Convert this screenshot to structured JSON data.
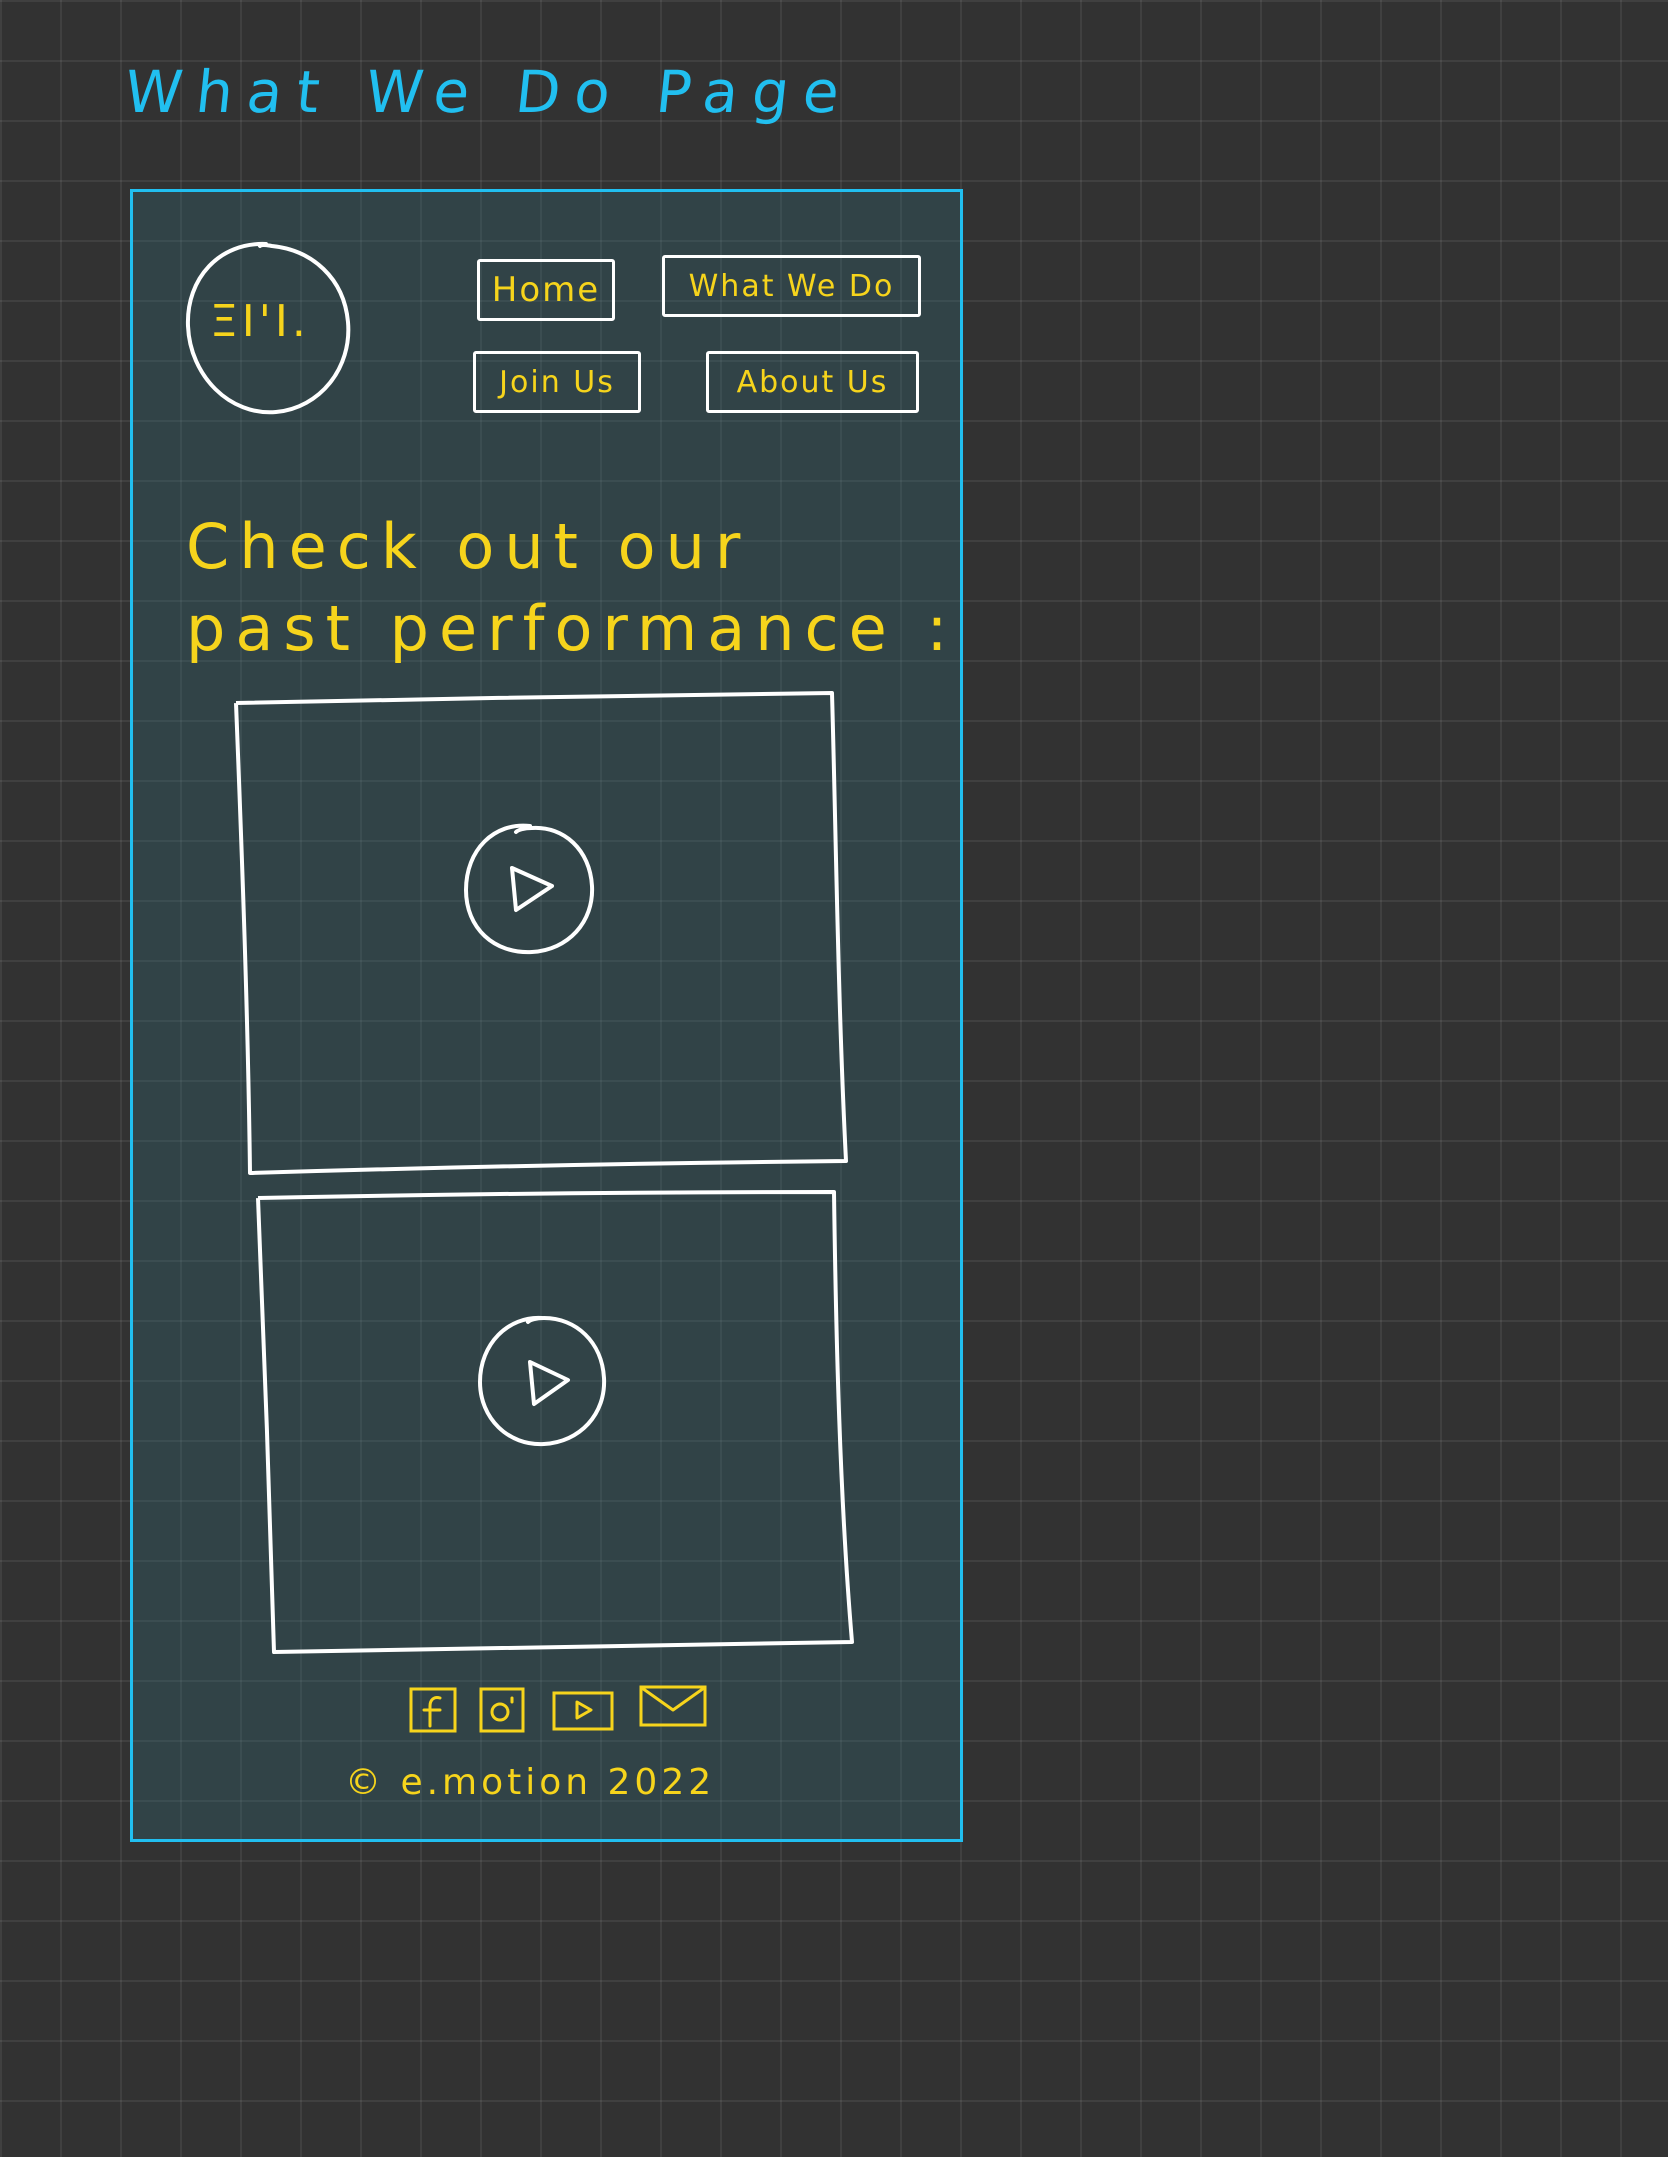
{
  "page_title": "What We Do Page",
  "logo": {
    "text": "ΞΙ'Ι."
  },
  "nav": {
    "home": "Home",
    "what_we_do": "What We Do",
    "join_us": "Join Us",
    "about_us": "About Us"
  },
  "section": {
    "heading_line1": "Check out our",
    "heading_line2": "past performance :"
  },
  "videos": [
    {
      "icon": "play-icon"
    },
    {
      "icon": "play-icon"
    }
  ],
  "footer": {
    "social_icons": [
      "facebook-icon",
      "instagram-icon",
      "youtube-icon",
      "email-icon"
    ],
    "copyright": "© e.motion 2022"
  },
  "colors": {
    "canvas": "#323232",
    "sketch_blue": "#21bff0",
    "sketch_yellow": "#f6d41c",
    "sketch_white": "#ffffff"
  }
}
